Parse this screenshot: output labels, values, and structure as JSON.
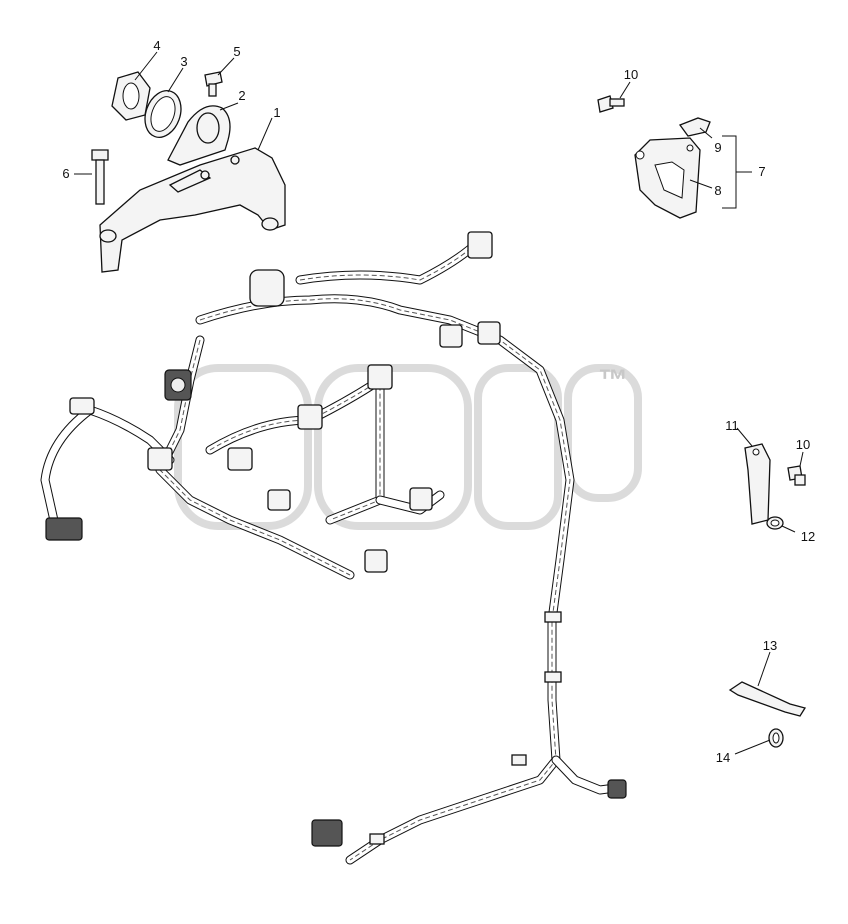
{
  "watermark": {
    "trademark": "™"
  },
  "callouts": [
    {
      "id": "1",
      "text": "1"
    },
    {
      "id": "2",
      "text": "2"
    },
    {
      "id": "3",
      "text": "3"
    },
    {
      "id": "4",
      "text": "4"
    },
    {
      "id": "5",
      "text": "5"
    },
    {
      "id": "6",
      "text": "6"
    },
    {
      "id": "7",
      "text": "7"
    },
    {
      "id": "8",
      "text": "8"
    },
    {
      "id": "9",
      "text": "9"
    },
    {
      "id": "10a",
      "text": "10"
    },
    {
      "id": "10b",
      "text": "10"
    },
    {
      "id": "11",
      "text": "11"
    },
    {
      "id": "12",
      "text": "12"
    },
    {
      "id": "13",
      "text": "13"
    },
    {
      "id": "14",
      "text": "14"
    }
  ]
}
